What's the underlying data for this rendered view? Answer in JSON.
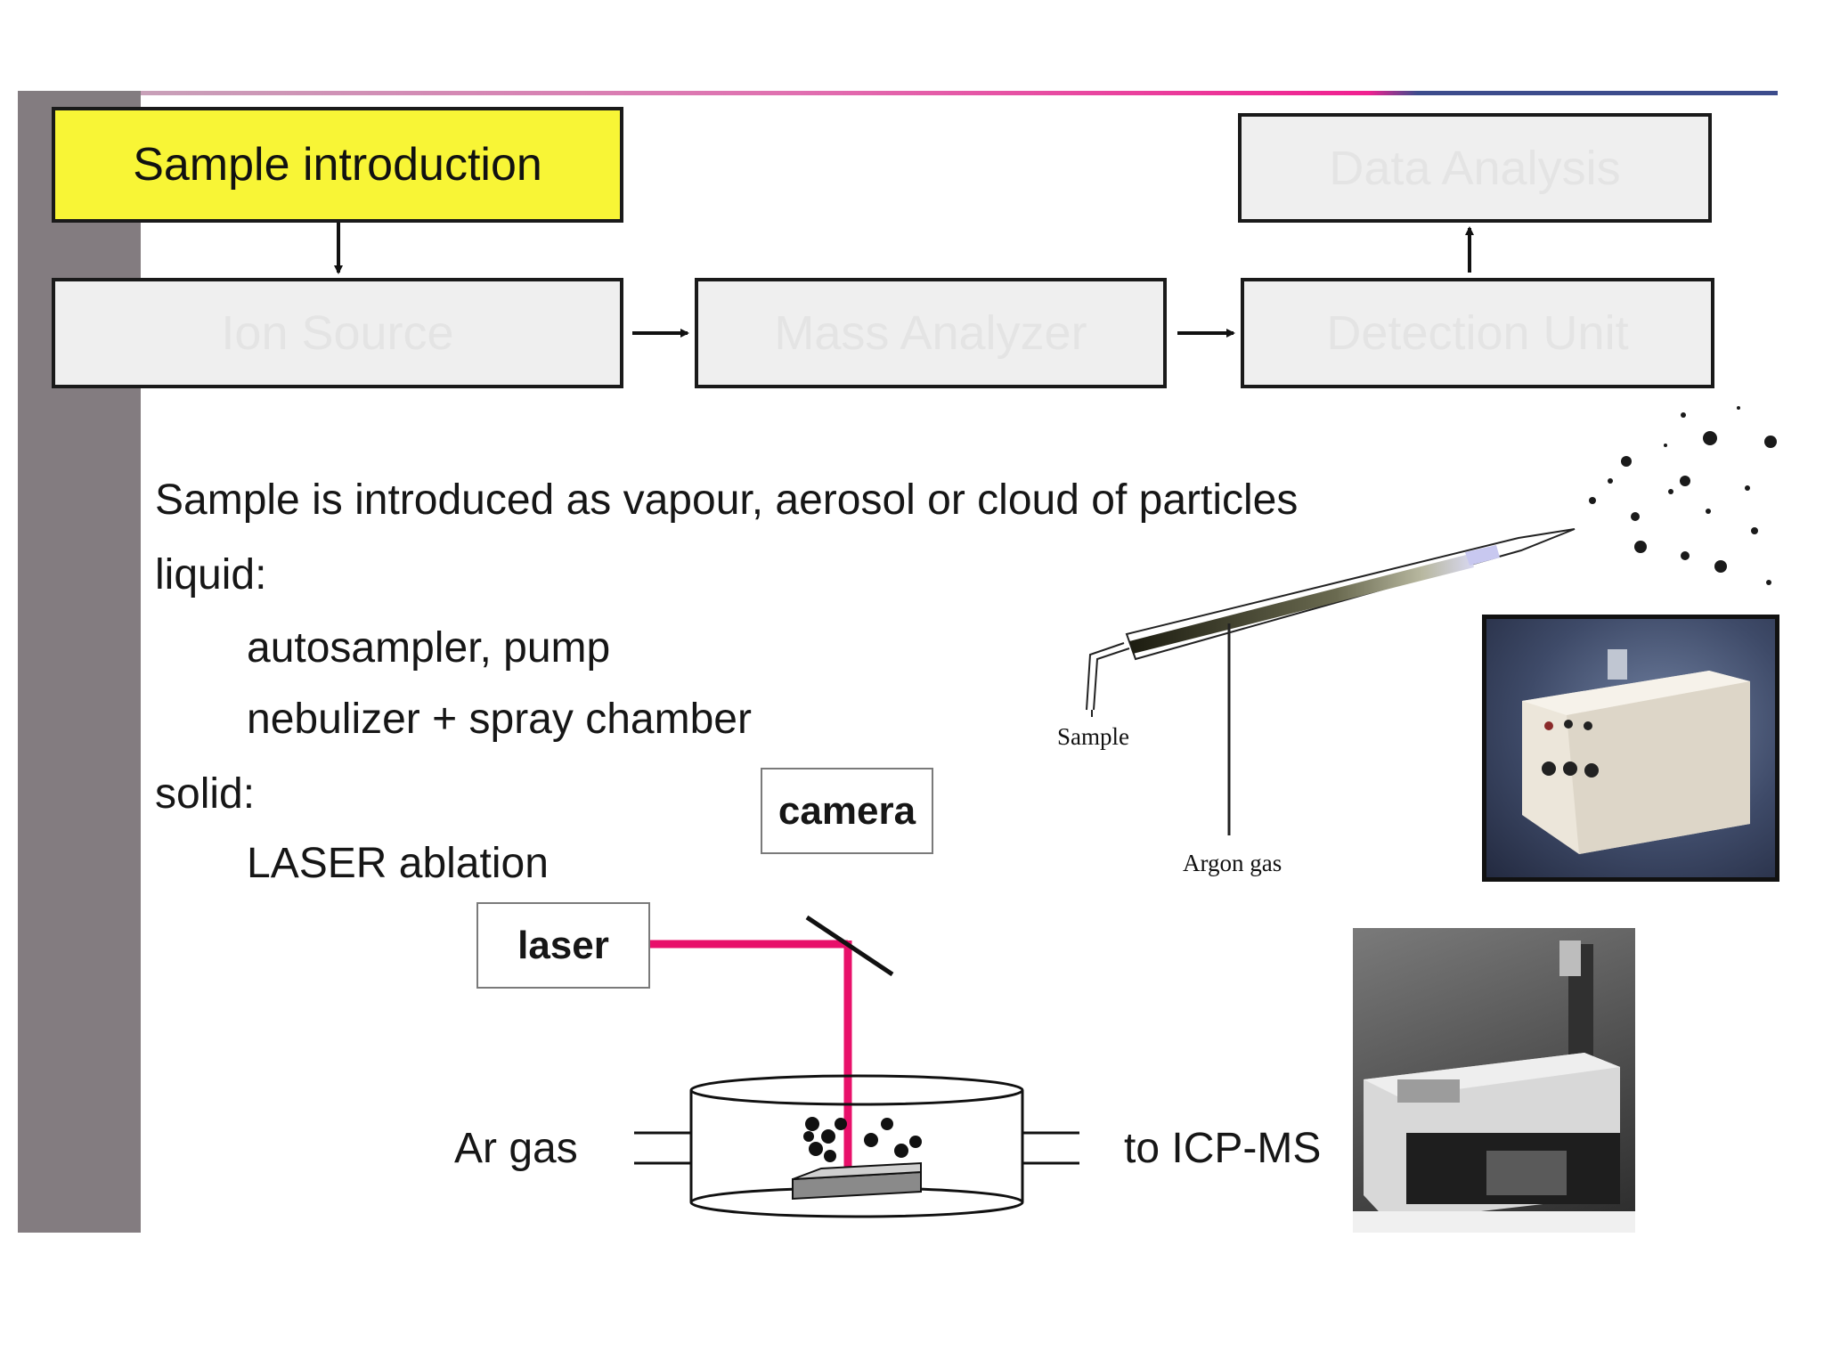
{
  "flow": {
    "sample_introduction": "Sample introduction",
    "ion_source": "Ion Source",
    "mass_analyzer": "Mass Analyzer",
    "detection_unit": "Detection Unit",
    "data_analysis": "Data Analysis"
  },
  "body": {
    "line1": "Sample is introduced as vapour, aerosol or cloud of particles",
    "liquid": "liquid:",
    "liquid_item1": "autosampler, pump",
    "liquid_item2": "nebulizer + spray chamber",
    "solid": "solid:",
    "solid_item1": "LASER ablation"
  },
  "laser_diagram": {
    "camera": "camera",
    "laser": "laser",
    "ar_gas": "Ar gas",
    "to_icpms": "to ICP-MS"
  },
  "nebulizer_diagram": {
    "sample": "Sample",
    "argon_gas": "Argon gas"
  },
  "colors": {
    "highlight_box": "#f8f536",
    "laser_beam": "#e8106a",
    "sidebar": "#837c80"
  }
}
